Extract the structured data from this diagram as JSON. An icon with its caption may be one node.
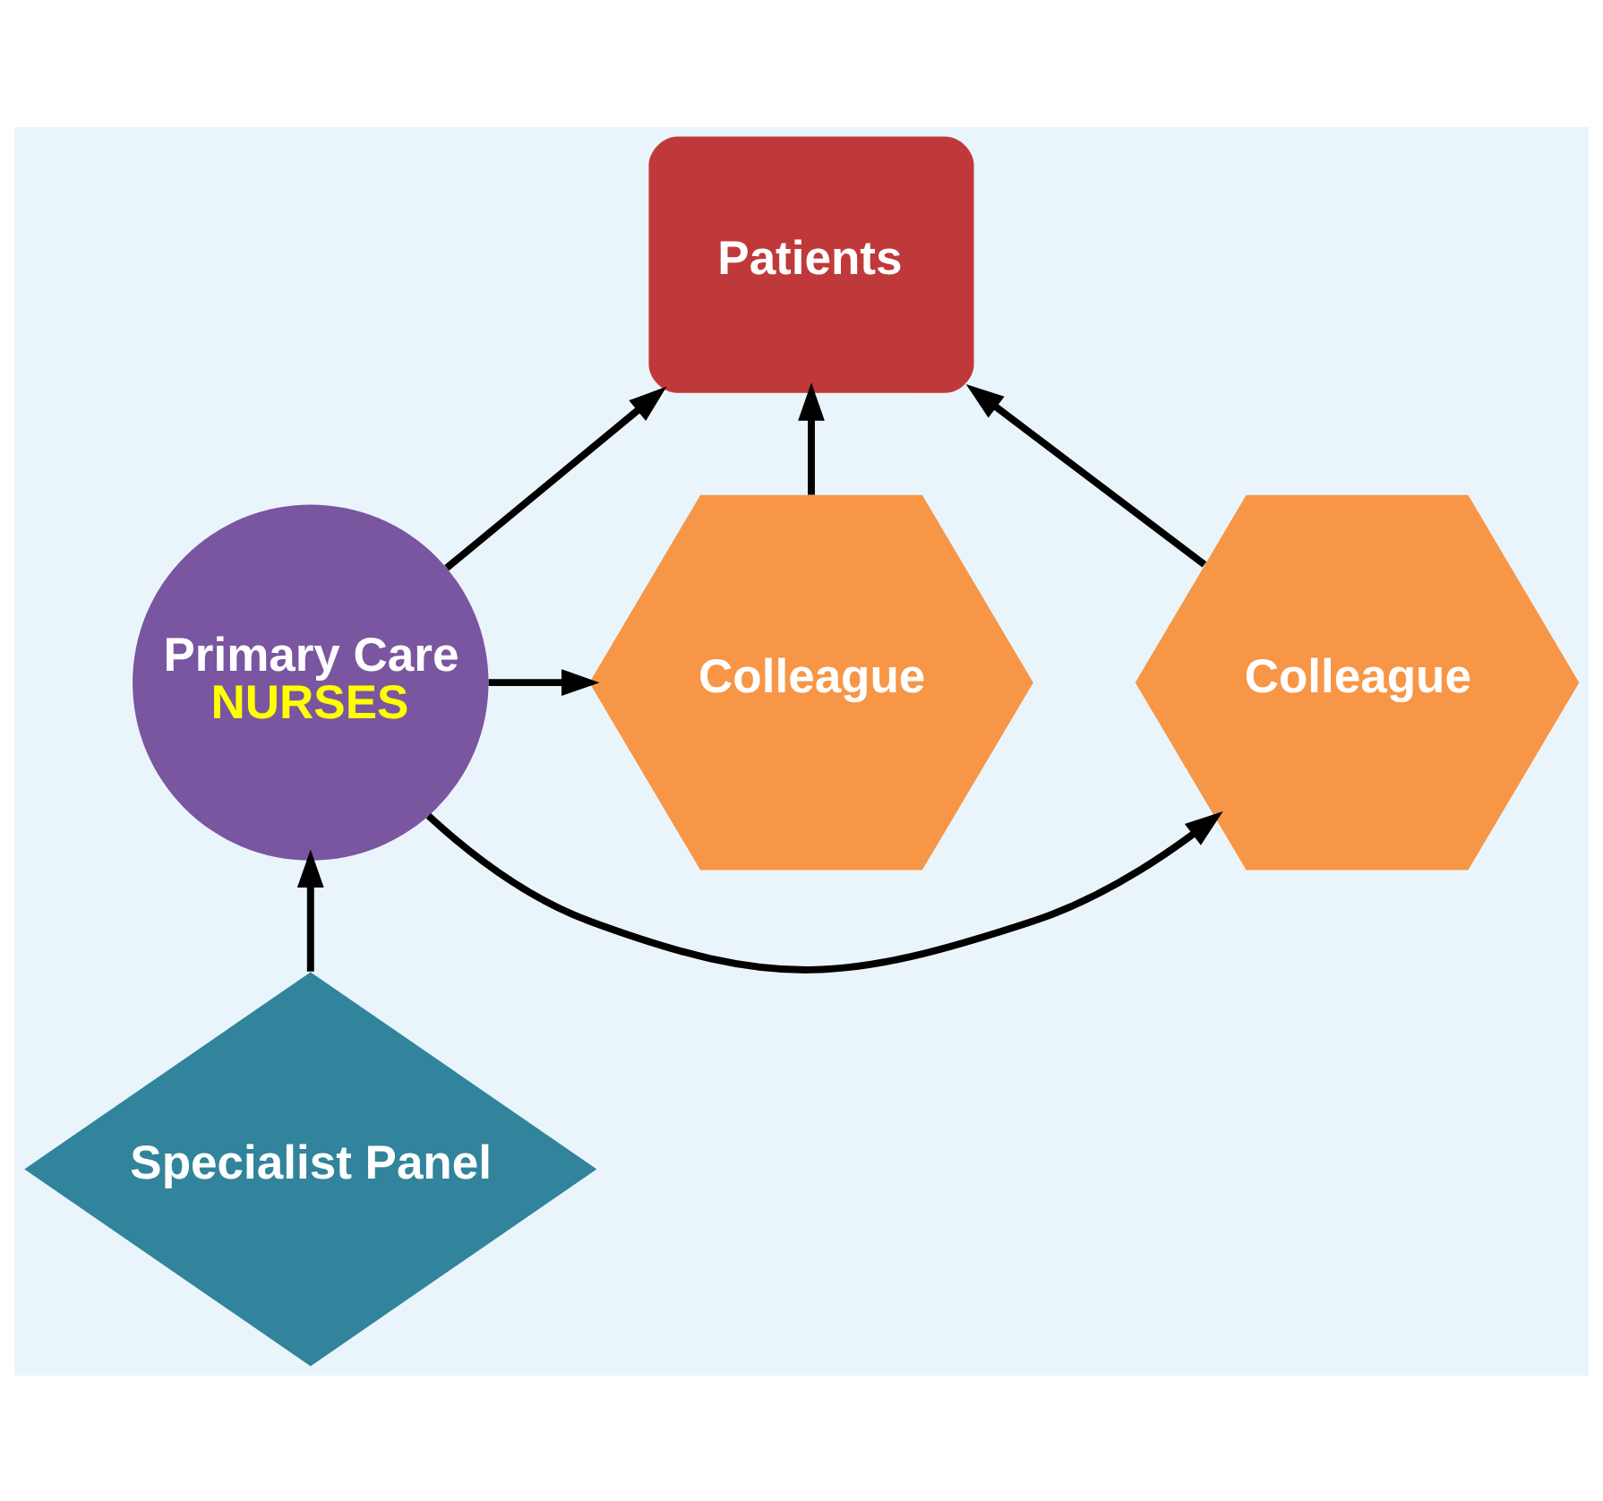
{
  "diagram": {
    "nodes": [
      {
        "text": [
          "Patients"
        ]
      },
      {
        "text": [
          "Primary Care",
          "NURSES"
        ]
      },
      {
        "text": [
          "Colleague"
        ]
      },
      {
        "text": [
          "Colleague"
        ]
      },
      {
        "text": [
          "Specialist Panel"
        ]
      }
    ],
    "edges": [
      {
        "from": 2,
        "to": 0,
        "arrow": "to"
      },
      {
        "from": 1,
        "to": 0,
        "arrow": "to"
      },
      {
        "from": 3,
        "to": 0,
        "arrow": "to"
      },
      {
        "from": 1,
        "to": 2,
        "arrow": "to"
      },
      {
        "from": 1,
        "to": 3,
        "arrow": "to"
      },
      {
        "from": 4,
        "to": 1,
        "arrow": "to"
      }
    ]
  }
}
